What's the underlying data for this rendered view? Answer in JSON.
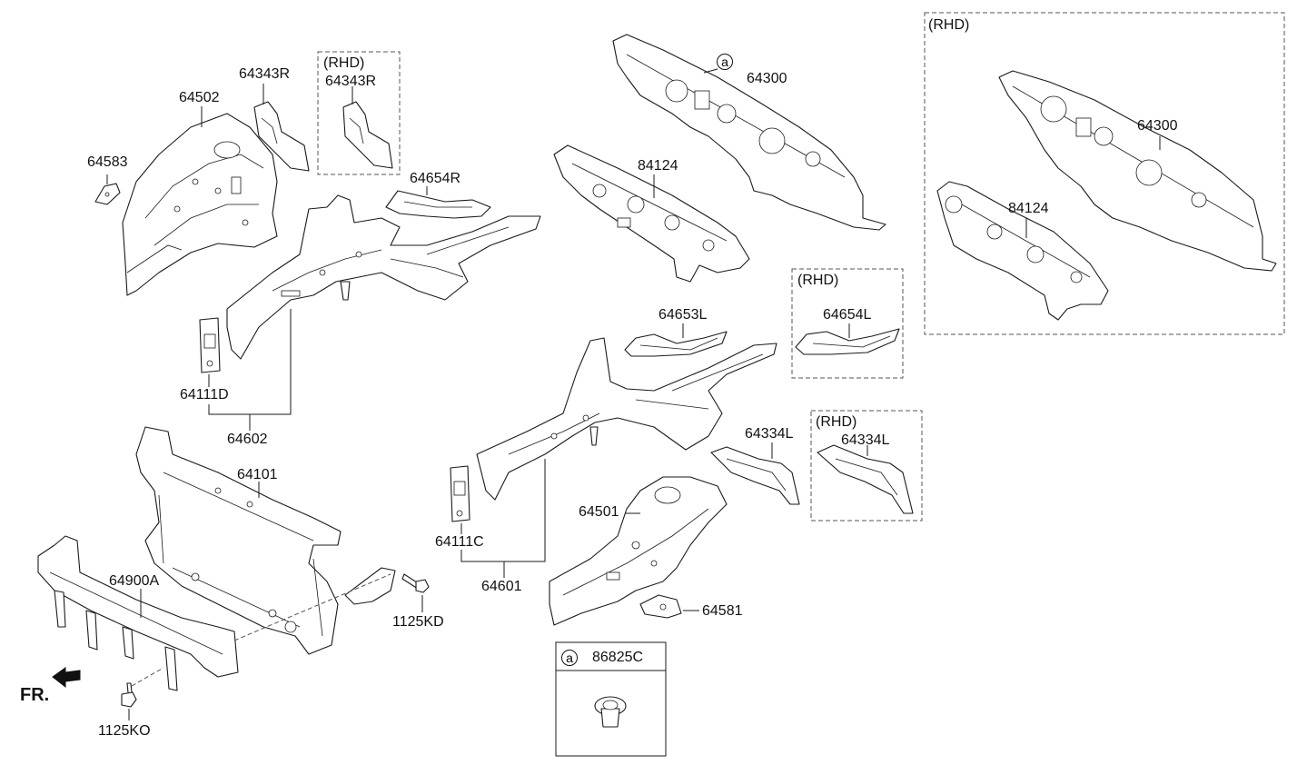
{
  "labels": {
    "p64343R": "64343R",
    "rhd1": "(RHD)",
    "p64343R_rhd": "64343R",
    "p64502": "64502",
    "p64583": "64583",
    "p64654R": "64654R",
    "p64111D": "64111D",
    "p64602": "64602",
    "p64101": "64101",
    "p64900A": "64900A",
    "p1125KD": "1125KD",
    "p1125KO": "1125KO",
    "fr": "FR.",
    "p64300": "64300",
    "p84124": "84124",
    "rhd2": "(RHD)",
    "p64654L_rhd": "64654L",
    "p64653L": "64653L",
    "p64334L": "64334L",
    "rhd3": "(RHD)",
    "p64334L_rhd": "64334L",
    "p64501": "64501",
    "p64111C": "64111C",
    "p64601": "64601",
    "p64581": "64581",
    "rhd4": "(RHD)",
    "p64300_rhd": "64300",
    "p84124_rhd": "84124",
    "callout_a": "a",
    "legend_a": "a",
    "p86825C": "86825C"
  }
}
